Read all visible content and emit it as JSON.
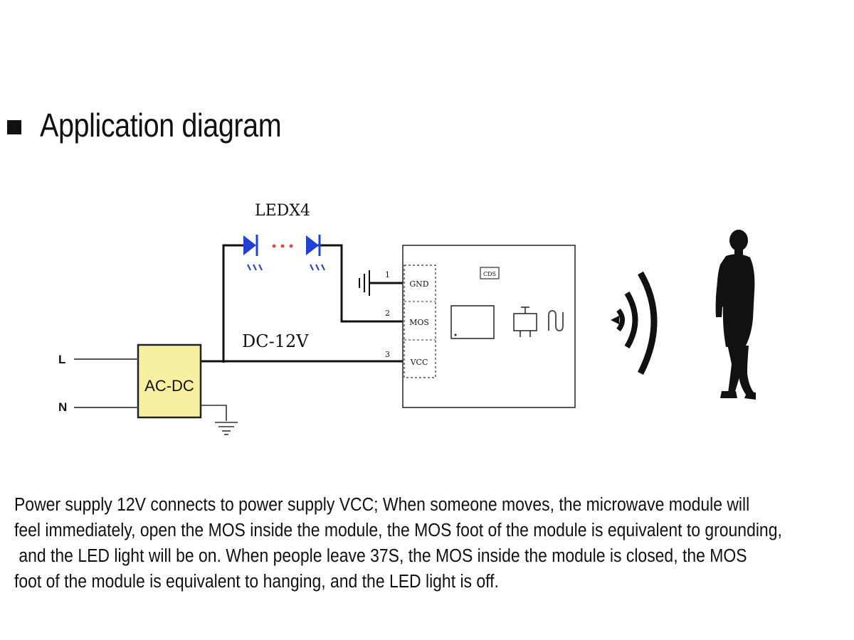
{
  "heading": {
    "title": "Application diagram"
  },
  "diagram": {
    "led_label": "LEDX4",
    "voltage_label": "DC-12V",
    "converter_label": "AC-DC",
    "line_label": "L",
    "neutral_label": "N",
    "module": {
      "chip_label": "CDS",
      "pins": [
        {
          "number": "1",
          "label": "GND"
        },
        {
          "number": "2",
          "label": "MOS"
        },
        {
          "number": "3",
          "label": "VCC"
        }
      ]
    }
  },
  "description": {
    "lines": [
      "Power supply 12V connects to power supply VCC; When someone moves, the microwave module will",
      "feel immediately, open the MOS inside the module, the MOS foot of the module is equivalent to grounding,",
      " and the LED light will be on. When people leave 37S, the MOS inside the module is closed, the MOS",
      "foot of the module is equivalent to hanging, and the LED light is off."
    ]
  },
  "colors": {
    "led": "#1f3fd6",
    "converter_fill": "#f7f0a0",
    "led_dots": "#e04a4a"
  }
}
